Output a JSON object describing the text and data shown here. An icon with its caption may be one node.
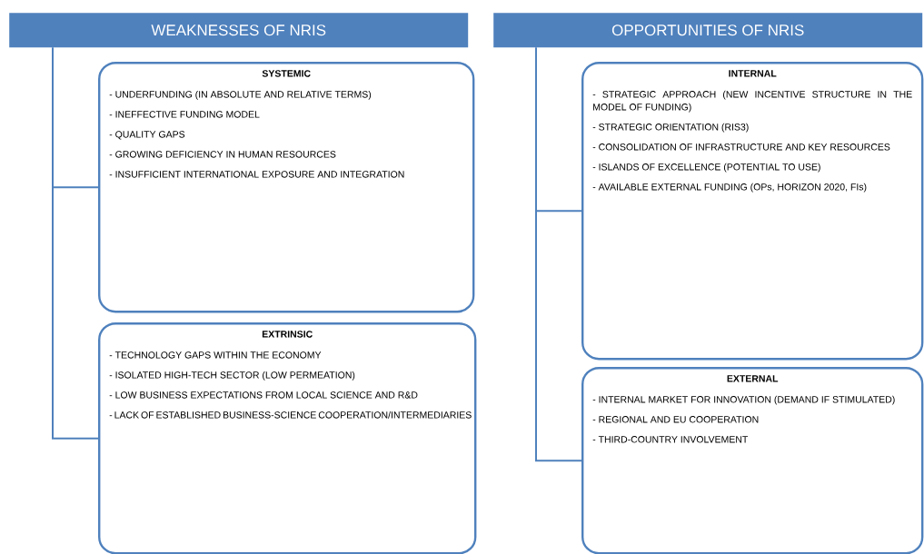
{
  "diagram": {
    "nodes": [
      {
        "text": [
          "WEAKNESSES OF NRIS"
        ]
      },
      {
        "text": [
          "SYSTEMIC",
          "- UNDERFUNDING (IN ABSOLUTE AND RELATIVE TERMS)",
          "- INEFFECTIVE FUNDING MODEL",
          "- QUALITY GAPS",
          "- GROWING DEFICIENCY IN HUMAN RESOURCES",
          "- INSUFFICIENT INTERNATIONAL EXPOSURE AND INTEGRATION"
        ]
      },
      {
        "text": [
          "EXTRINSIC",
          "- TECHNOLOGY GAPS WITHIN THE ECONOMY",
          "- ISOLATED HIGH-TECH SECTOR (LOW PERMEATION)",
          "- LOW BUSINESS EXPECTATIONS FROM LOCAL SCIENCE AND R&D",
          "- LACK OF ESTABLISHED BUSINESS-SCIENCE COOPERATION/INTERMEDIARIES"
        ]
      },
      {
        "text": [
          "OPPORTUNITIES OF NRIS"
        ]
      },
      {
        "text": [
          "INTERNAL",
          "- STRATEGIC APPROACH (NEW INCENTIVE STRUCTURE IN THE MODEL OF FUNDING)",
          "- STRATEGIC ORIENTATION (RIS3)",
          "- CONSOLIDATION OF INFRASTRUCTURE AND KEY RESOURCES",
          "- ISLANDS OF EXCELLENCE (POTENTIAL TO USE)",
          "- AVAILABLE EXTERNAL FUNDING (OPs, HORIZON 2020, FIs)"
        ]
      },
      {
        "text": [
          "EXTERNAL",
          "- INTERNAL MARKET FOR INNOVATION (DEMAND IF STIMULATED)",
          "- REGIONAL AND EU COOPERATION",
          "- THIRD-COUNTRY INVOLVEMENT"
        ]
      }
    ],
    "edges": [
      {
        "from": 0,
        "to": 1,
        "arrow": "none"
      },
      {
        "from": 0,
        "to": 2,
        "arrow": "none"
      },
      {
        "from": 3,
        "to": 4,
        "arrow": "none"
      },
      {
        "from": 3,
        "to": 5,
        "arrow": "none"
      }
    ]
  }
}
